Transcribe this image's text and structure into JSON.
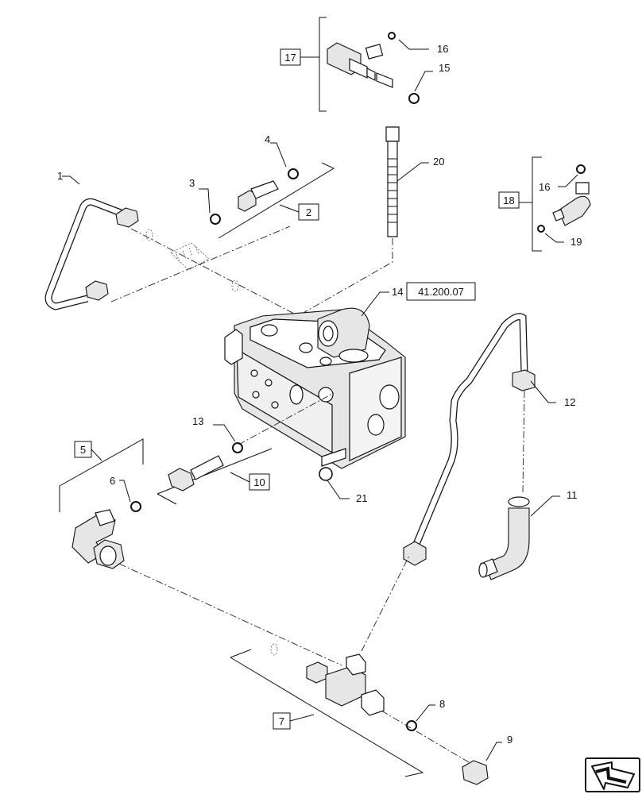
{
  "diagram": {
    "reference_label": "41.200.07",
    "callouts": {
      "c1": "1",
      "c2": "2",
      "c3": "3",
      "c4": "4",
      "c5": "5",
      "c6": "6",
      "c7": "7",
      "c8": "8",
      "c9": "9",
      "c10": "10",
      "c11": "11",
      "c12": "12",
      "c13": "13",
      "c14": "14",
      "c15": "15",
      "c16a": "16",
      "c16b": "16",
      "c17": "17",
      "c18": "18",
      "c19": "19",
      "c20": "20",
      "c21": "21"
    },
    "nav_icon": "page-navigation-arrow-icon"
  }
}
